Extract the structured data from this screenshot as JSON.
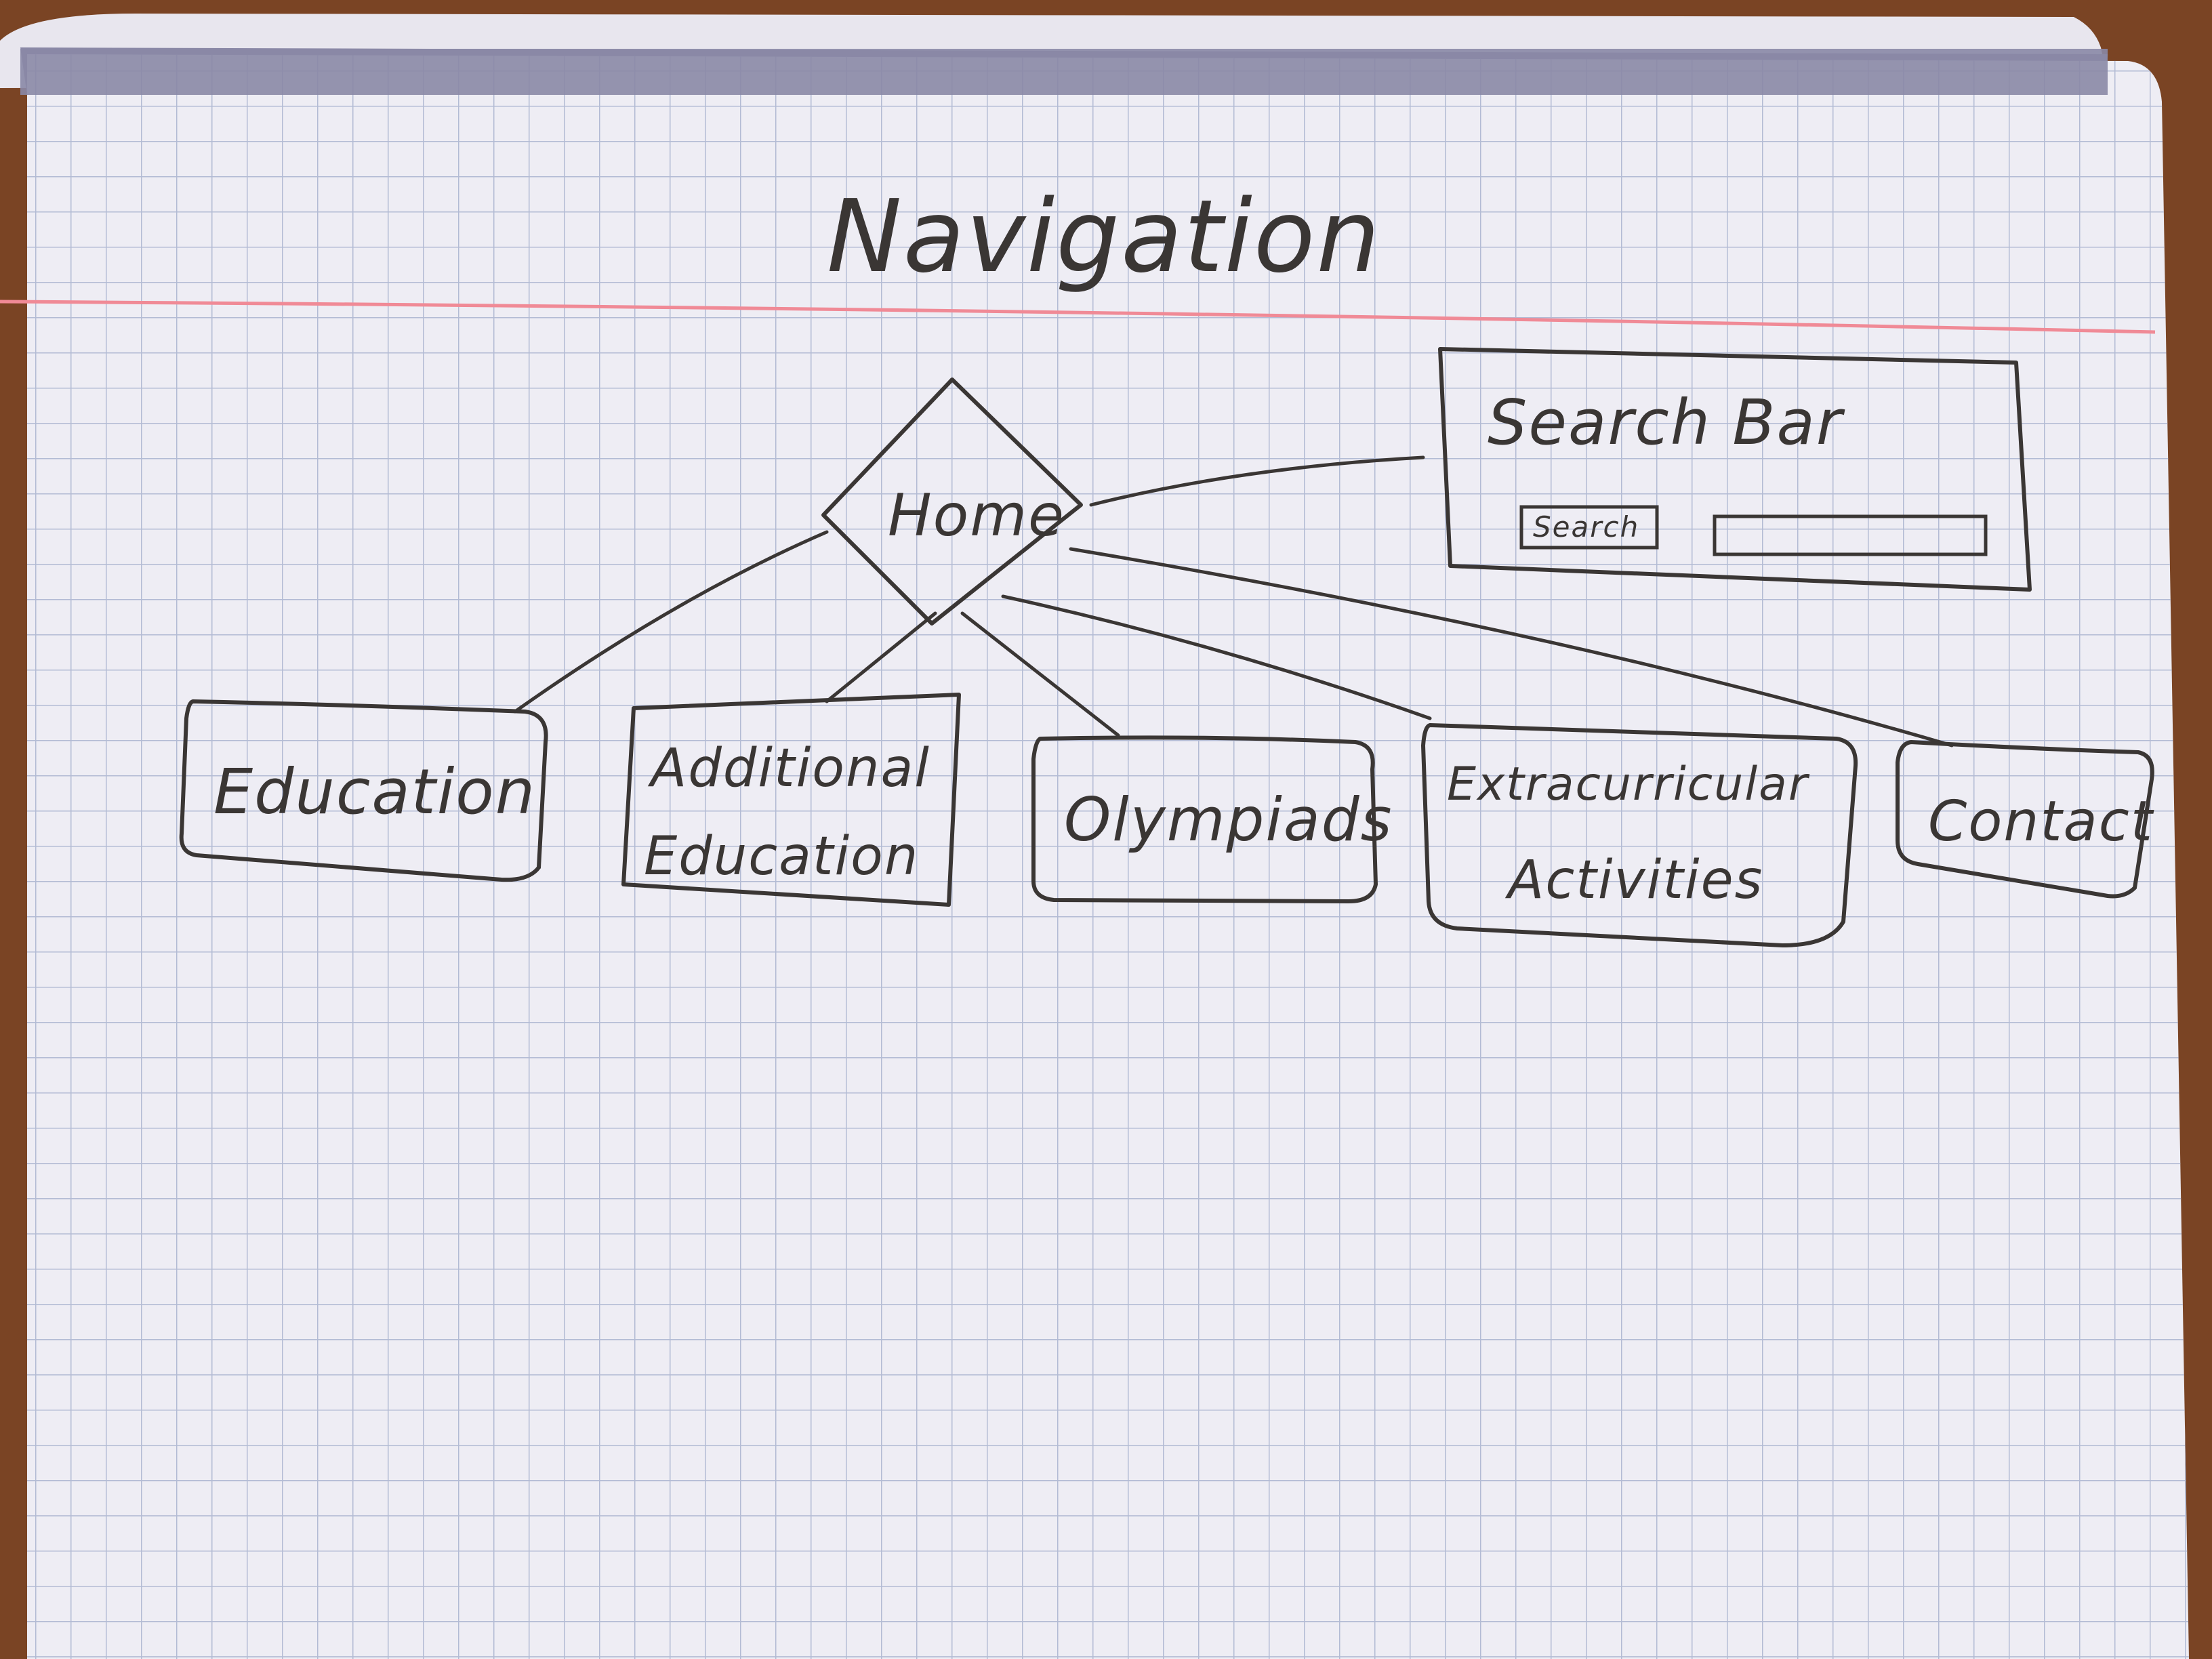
{
  "title": "Navigation",
  "home": {
    "label": "Home"
  },
  "search_bar": {
    "label": "Search Bar",
    "button_label": "Search",
    "field_value": ""
  },
  "pages": [
    {
      "id": "education",
      "lines": [
        "Education"
      ]
    },
    {
      "id": "additional-education",
      "lines": [
        "Additional",
        "Education"
      ]
    },
    {
      "id": "olympiads",
      "lines": [
        "Olympiads"
      ]
    },
    {
      "id": "extracurricular-activities",
      "lines": [
        "Extracurricular",
        "Activities"
      ]
    },
    {
      "id": "contact",
      "lines": [
        "Contact"
      ]
    }
  ],
  "colors": {
    "table": "#7a4424",
    "paper": "#eeedf4",
    "grid": "#b3bbd4",
    "margin_line": "#f08a96",
    "ink": "#3a3634",
    "cover": "#8a88a6"
  }
}
